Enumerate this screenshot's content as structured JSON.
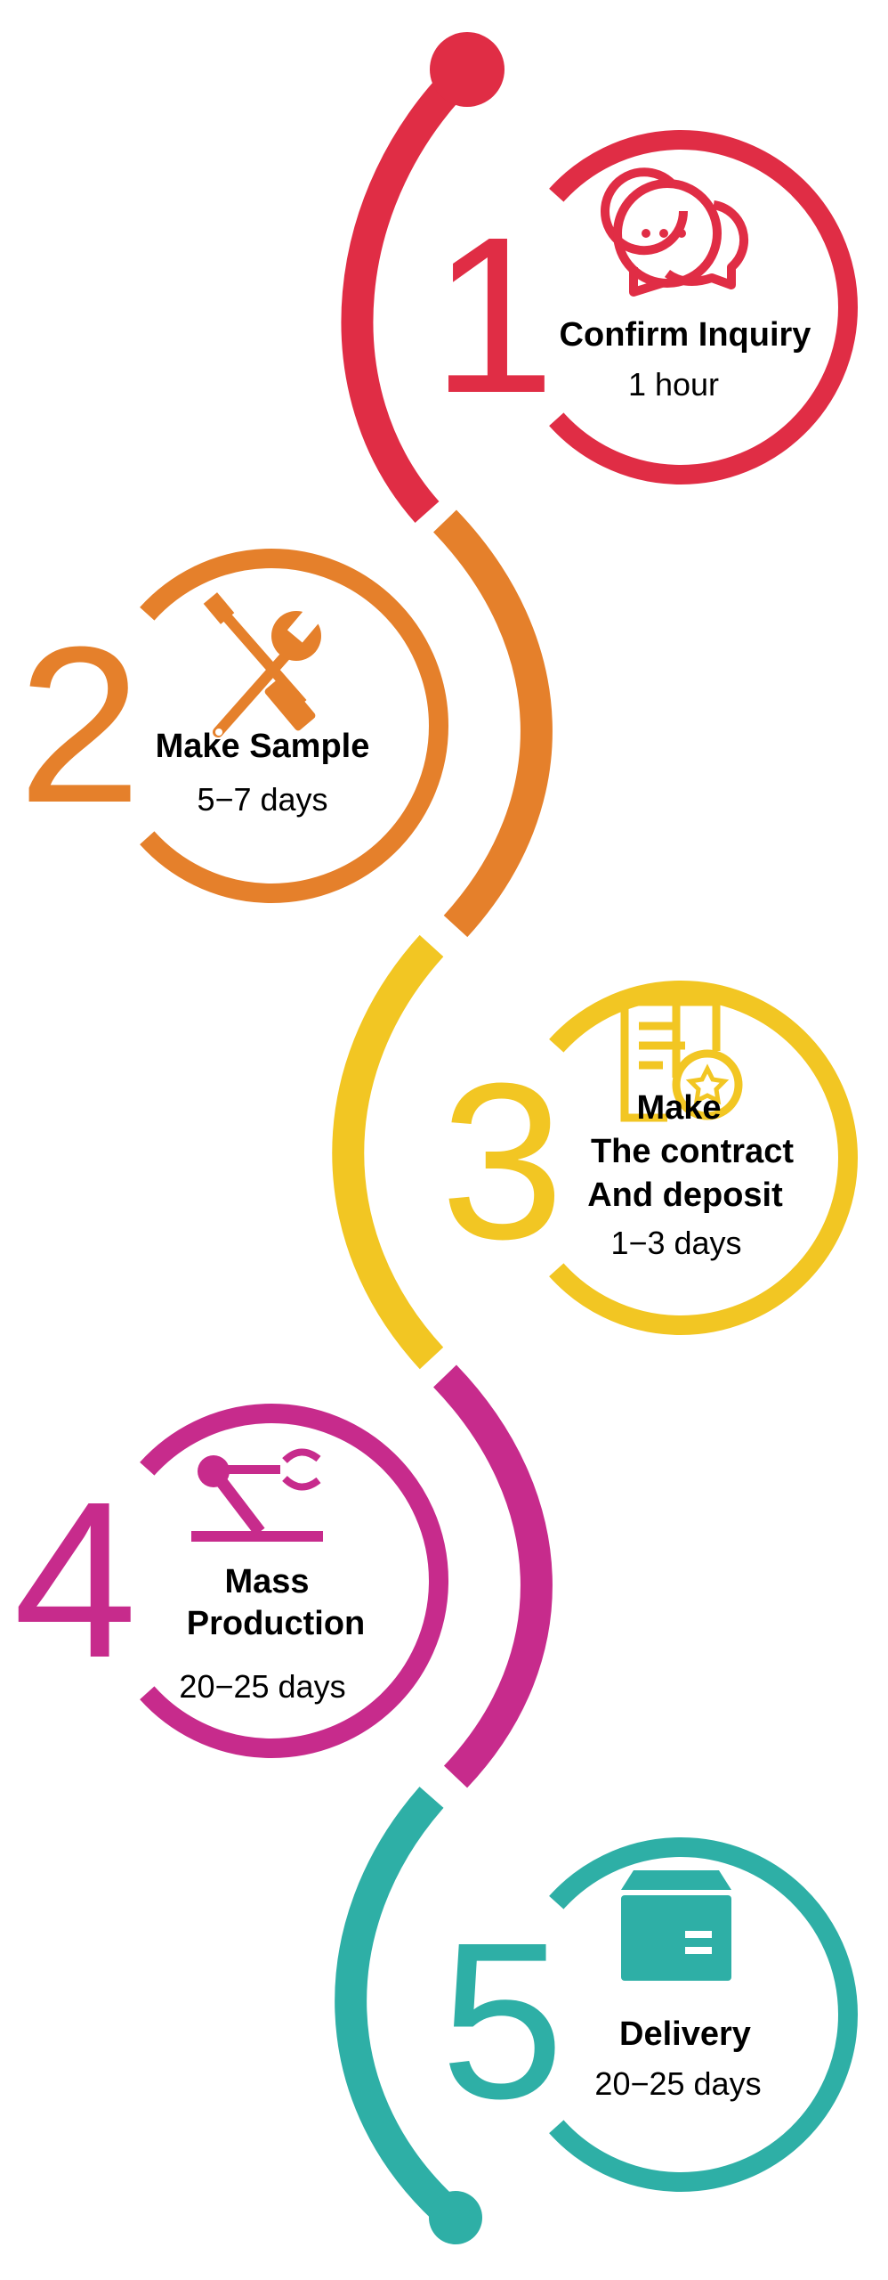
{
  "colors": {
    "step1": "#E02D45",
    "step2": "#E5802B",
    "step3": "#F2C623",
    "step4": "#C72B8C",
    "step5": "#2EAFA6"
  },
  "steps": [
    {
      "number": "1",
      "title_lines": [
        "Confirm Inquiry"
      ],
      "duration": "1 hour",
      "icon": "chat-bubbles-icon"
    },
    {
      "number": "2",
      "title_lines": [
        "Make Sample"
      ],
      "duration": "5−7 days",
      "icon": "tools-icon"
    },
    {
      "number": "3",
      "title_lines": [
        "Make",
        "The contract",
        "And deposit"
      ],
      "duration": "1−3 days",
      "icon": "contract-icon"
    },
    {
      "number": "4",
      "title_lines": [
        "Mass",
        "Production"
      ],
      "duration": "20−25 days",
      "icon": "robot-arm-icon"
    },
    {
      "number": "5",
      "title_lines": [
        "Delivery"
      ],
      "duration": "20−25 days",
      "icon": "box-icon"
    }
  ]
}
